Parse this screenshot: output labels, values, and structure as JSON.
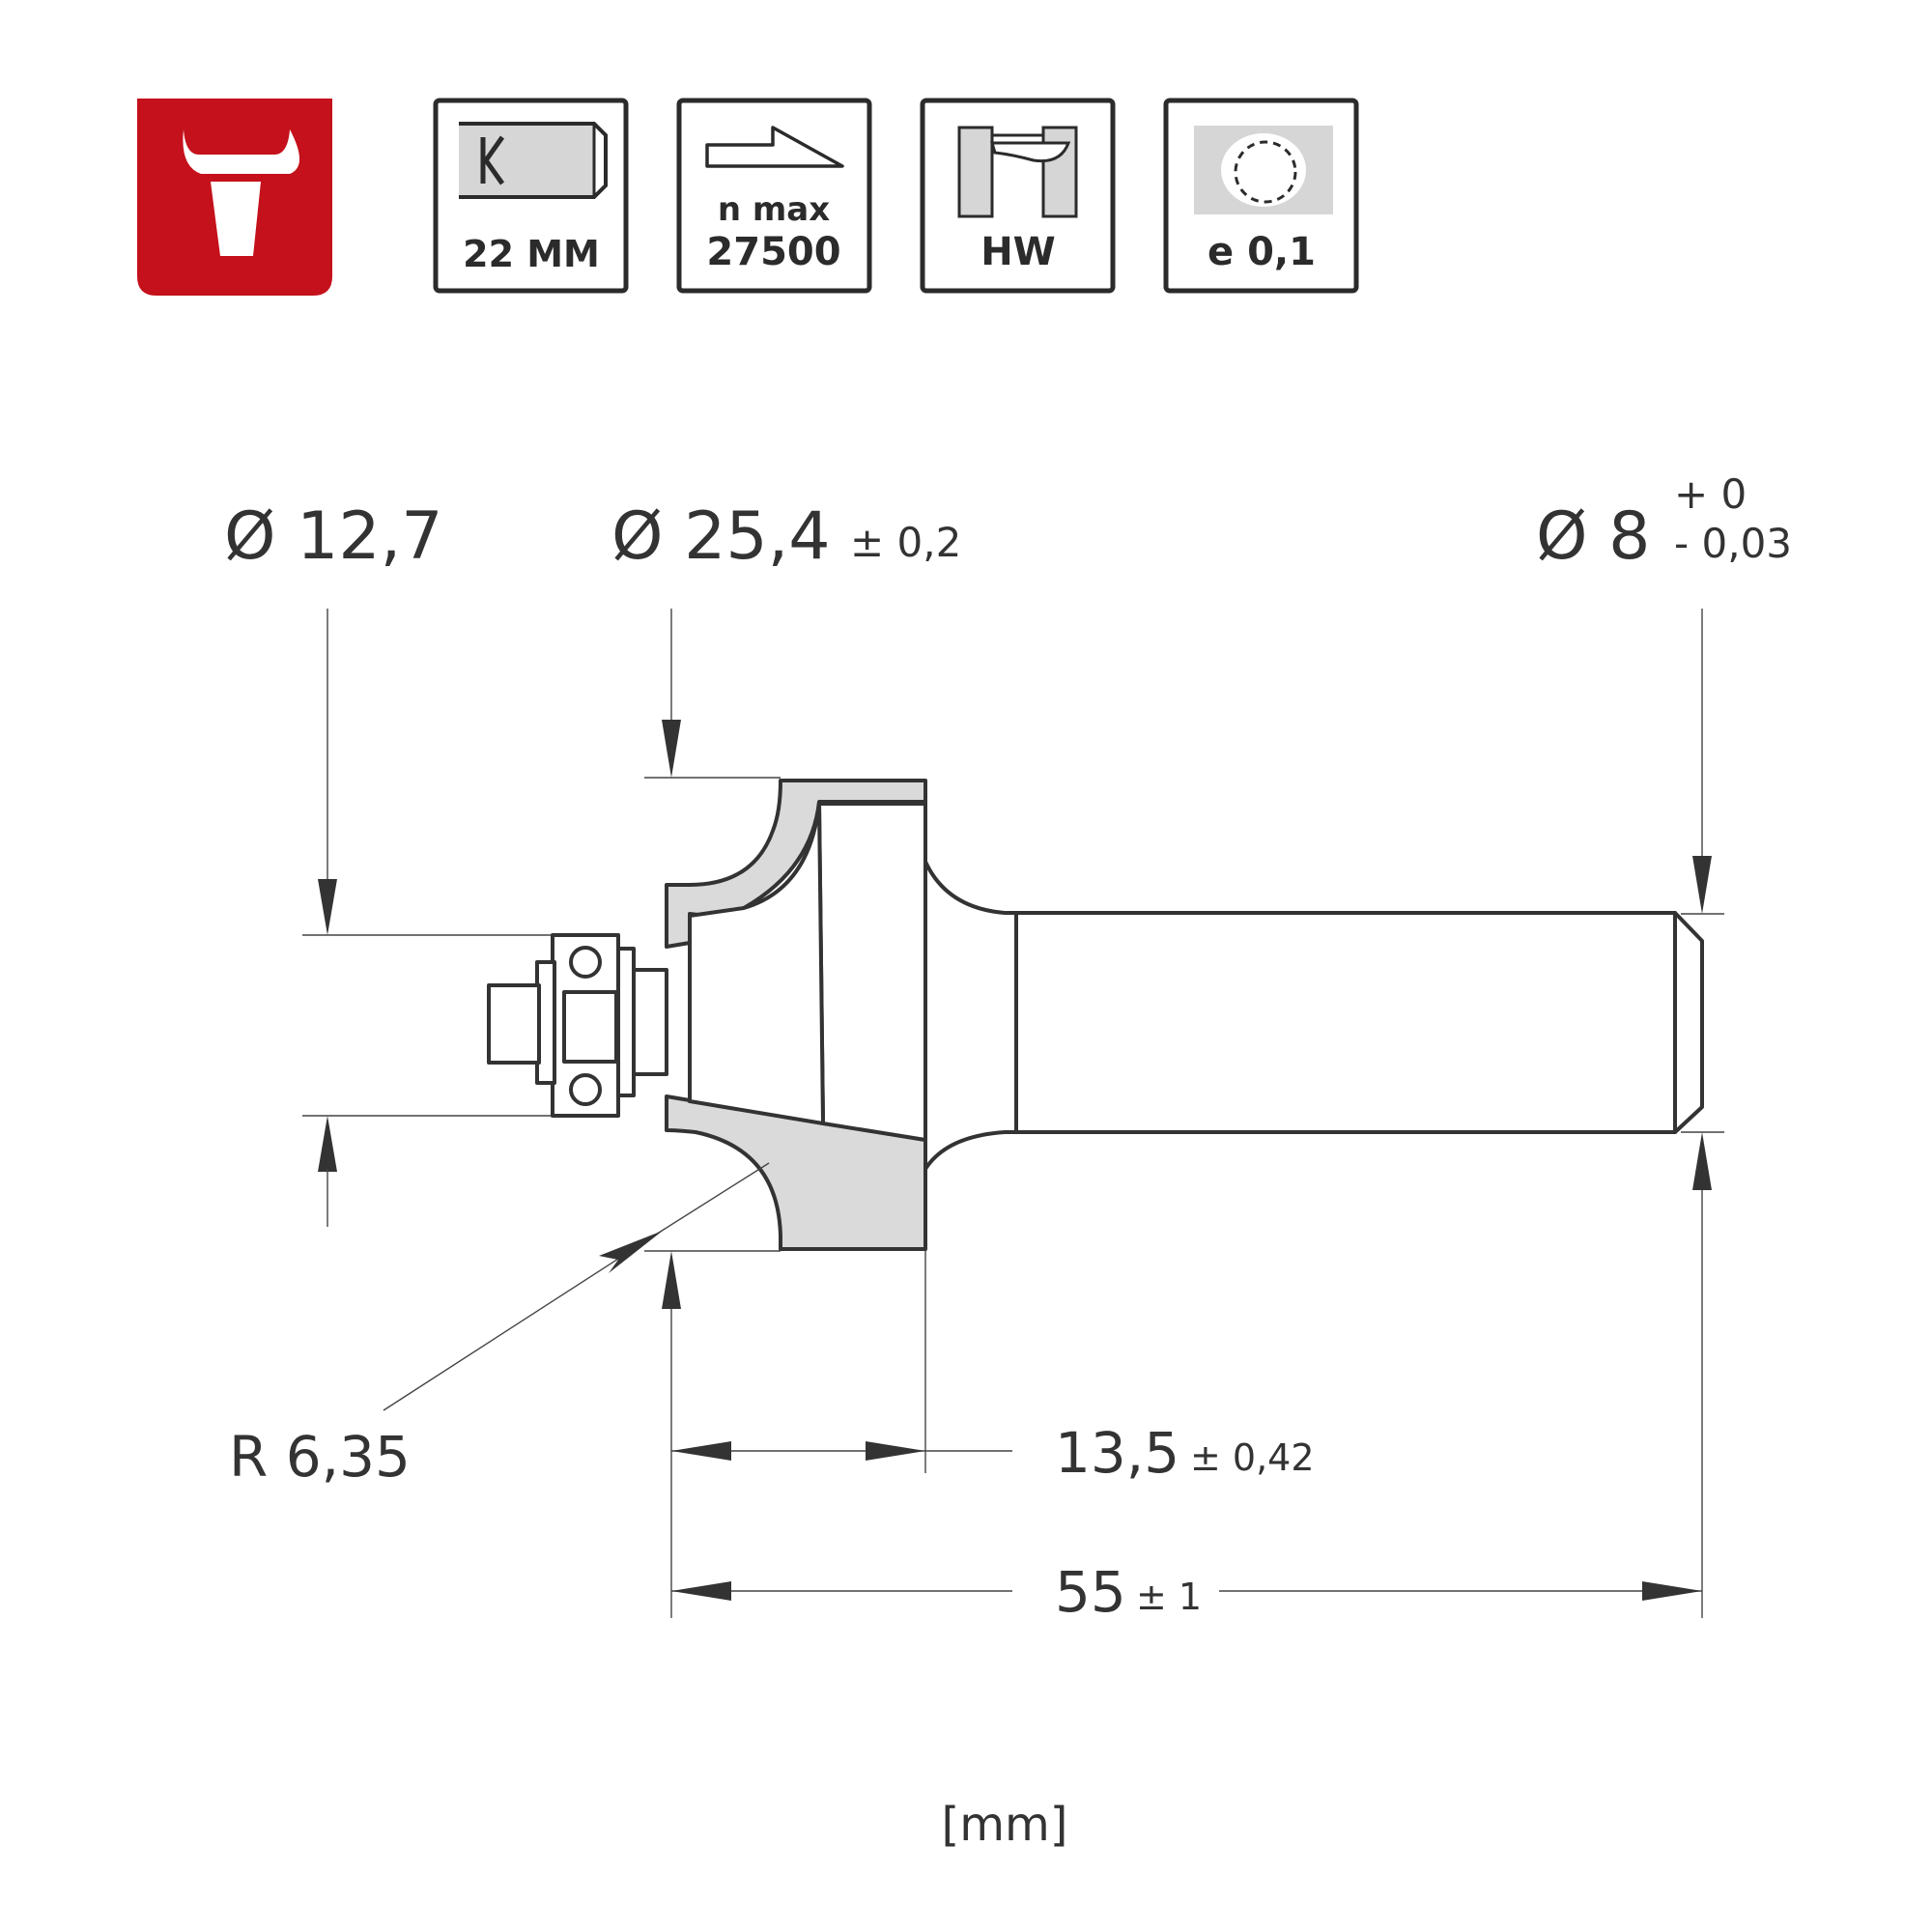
{
  "brand": {
    "logo_color": "#c4111b"
  },
  "icons": [
    {
      "name": "shank-icon",
      "label": "22 MM"
    },
    {
      "name": "speed-icon",
      "label_line1": "n max",
      "label_line2": "27500"
    },
    {
      "name": "material-icon",
      "label": "HW"
    },
    {
      "name": "eccentricity-icon",
      "label": "e 0,1"
    }
  ],
  "dimensions": {
    "bearing_diameter": "Ø 12,7",
    "cutting_diameter": "Ø 25,4",
    "cutting_diameter_tol": "± 0,2",
    "shank_diameter": "Ø 8",
    "shank_tol_upper": "+ 0",
    "shank_tol_lower": "- 0,03",
    "radius": "R 6,35",
    "cutting_length": "13,5",
    "cutting_length_tol": "± 0,42",
    "total_length": "55",
    "total_length_tol": "± 1",
    "unit": "[mm]"
  }
}
